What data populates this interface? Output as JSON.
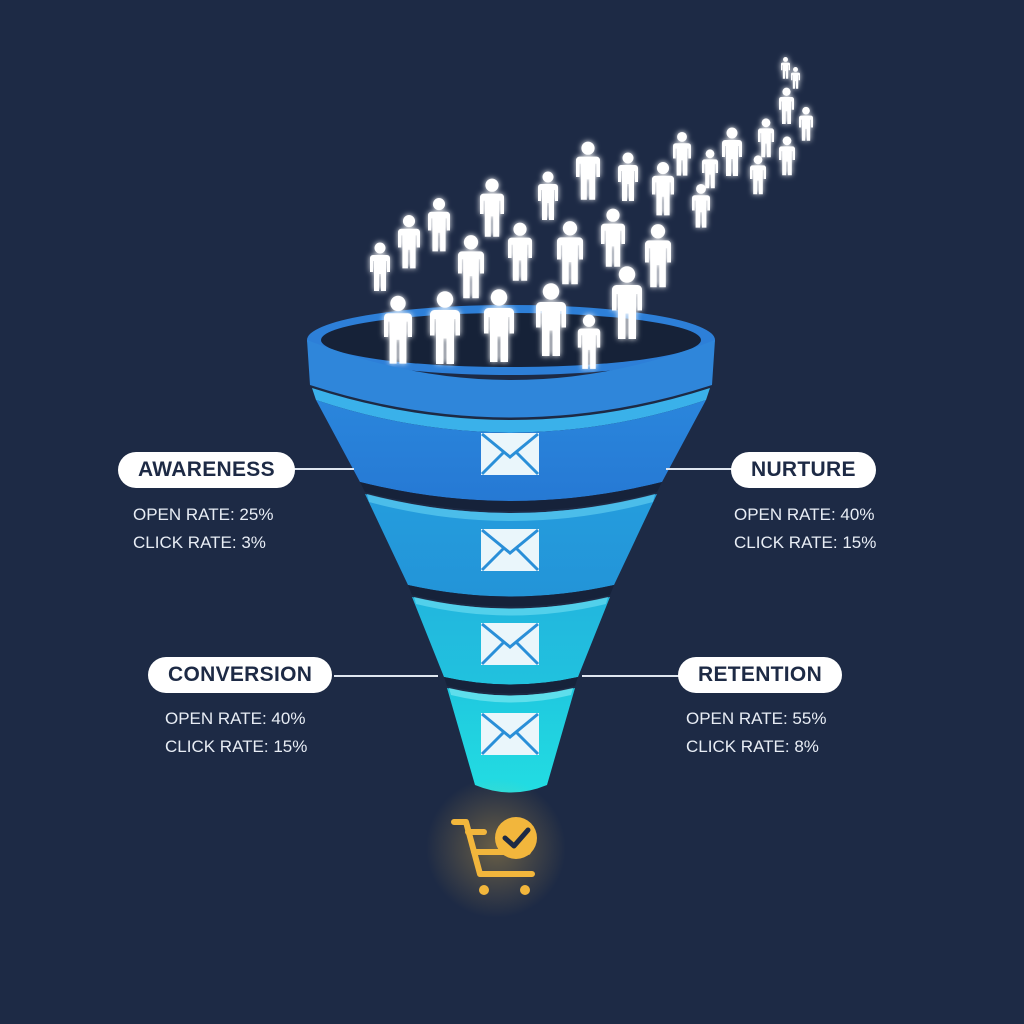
{
  "colors": {
    "background": "#1d2a45",
    "funnel_top": "#2f7fd6",
    "funnel_mid": "#23a6df",
    "funnel_bottom": "#20d3e0",
    "label_bg": "#ffffff",
    "label_text": "#1d2a45",
    "metric_text": "#e8edf5",
    "cart": "#f2b63c"
  },
  "funnel": {
    "top_icon": "people-crowd-icon",
    "stage_icon": "envelope-icon",
    "outcome_icon": "shopping-cart-check-icon"
  },
  "stages": [
    {
      "name": "AWARENESS",
      "open_rate_label": "OPEN RATE: 25%",
      "click_rate_label": "CLICK RATE: 3%",
      "open_rate": 25,
      "click_rate": 3,
      "side": "left"
    },
    {
      "name": "NURTURE",
      "open_rate_label": "OPEN RATE: 40%",
      "click_rate_label": "CLICK RATE: 15%",
      "open_rate": 40,
      "click_rate": 15,
      "side": "right"
    },
    {
      "name": "CONVERSION",
      "open_rate_label": "OPEN RATE: 40%",
      "click_rate_label": "CLICK RATE: 15%",
      "open_rate": 40,
      "click_rate": 15,
      "side": "left"
    },
    {
      "name": "RETENTION",
      "open_rate_label": "OPEN RATE: 55%",
      "click_rate_label": "CLICK RATE: 8%",
      "open_rate": 55,
      "click_rate": 8,
      "side": "right"
    }
  ]
}
